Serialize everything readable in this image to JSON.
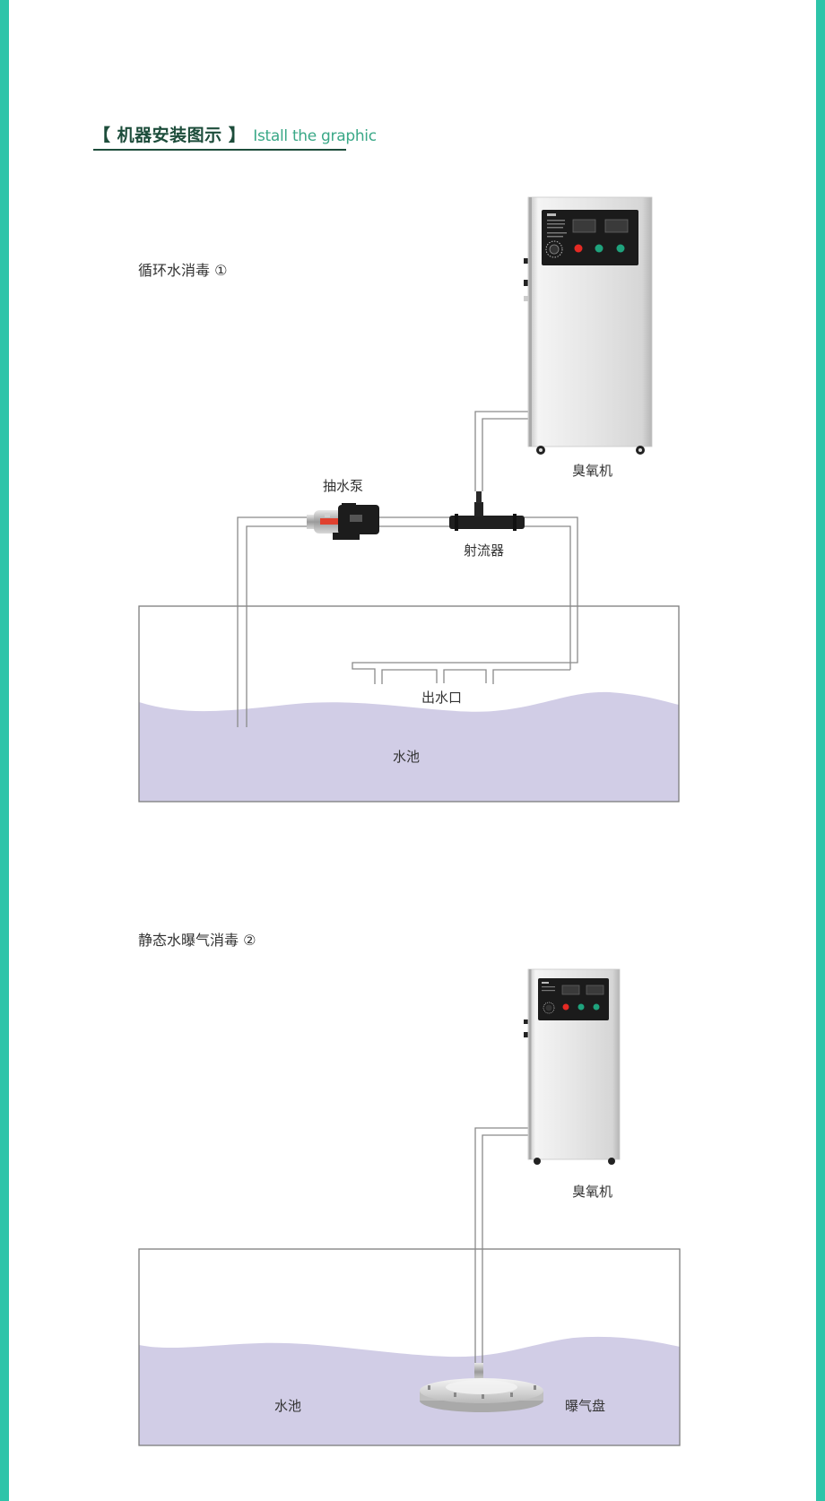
{
  "header": {
    "title_cn": "【 机器安装图示 】",
    "title_en": "Istall the graphic"
  },
  "colors": {
    "accent": "#2ec4a9",
    "title_dark": "#1d4d3b",
    "title_green": "#3aa887",
    "water": "#d1cde6",
    "pipe": "#8a8a8a"
  },
  "diagram1": {
    "title": "循环水消毒 ①",
    "labels": {
      "ozone_machine": "臭氧机",
      "pump": "抽水泵",
      "ejector": "射流器",
      "outlet": "出水口",
      "pool": "水池"
    }
  },
  "diagram2": {
    "title": "静态水曝气消毒 ②",
    "labels": {
      "ozone_machine": "臭氧机",
      "pool": "水池",
      "aeration_disc": "曝气盘"
    }
  }
}
